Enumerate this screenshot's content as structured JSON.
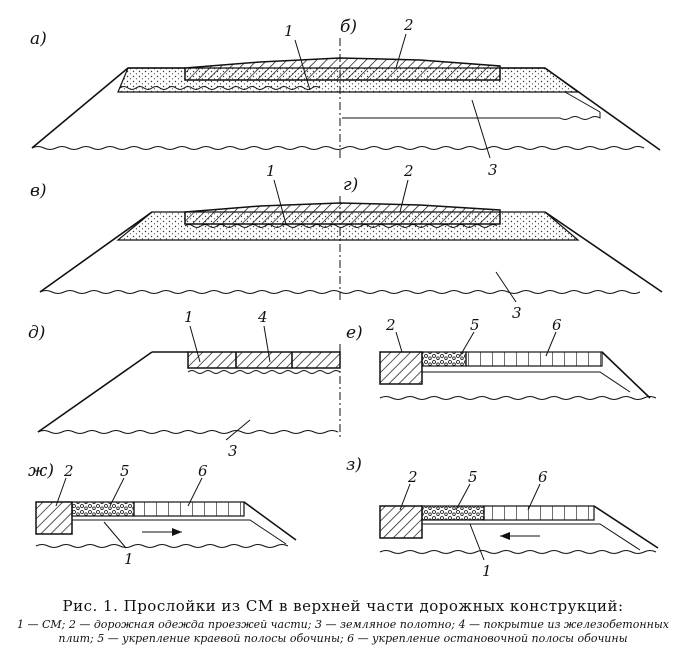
{
  "figure": {
    "panels": [
      {
        "letter": "а)"
      },
      {
        "letter": "б)"
      },
      {
        "letter": "в)"
      },
      {
        "letter": "г)"
      },
      {
        "letter": "д)"
      },
      {
        "letter": "е)"
      },
      {
        "letter": "ж)"
      },
      {
        "letter": "з)"
      }
    ],
    "labels": {
      "n1": "1",
      "n2": "2",
      "n3": "3",
      "n4": "4",
      "n5": "5",
      "n6": "6"
    },
    "caption_title": "Рис. 1. Прослойки из СМ в верхней части дорожных конструкций:",
    "caption_legend": "1 — СМ; 2 — дорожная одежда проезжей части; 3 — земляное полотно; 4 — покрытие из железобетонных плит; 5 — укрепление краевой полосы обочины; 6 — укрепление остановочной полосы обочины"
  }
}
